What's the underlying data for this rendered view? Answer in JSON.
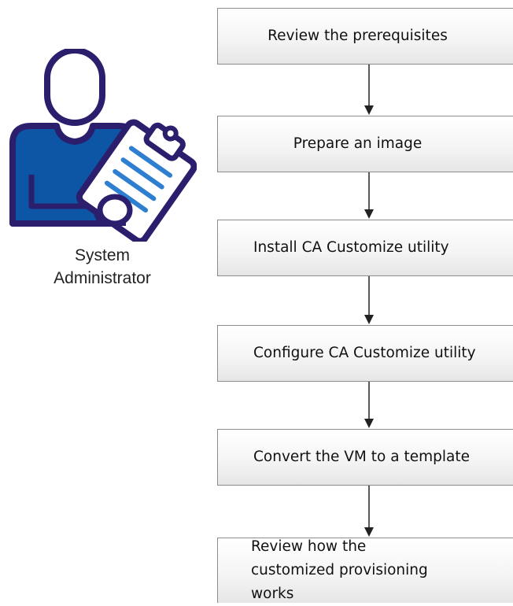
{
  "role": {
    "line1": "System",
    "line2": "Administrator",
    "icon": "administrator-with-clipboard-icon",
    "colors": {
      "outline": "#2b1e6d",
      "fill": "#0d56a6",
      "accent": "#2f7fd1"
    }
  },
  "steps": [
    {
      "label": "Review the prerequisites"
    },
    {
      "label": "Prepare an image"
    },
    {
      "label": "Install CA Customize utility"
    },
    {
      "label": "Configure CA Customize utility"
    },
    {
      "label": "Convert the VM to a template"
    },
    {
      "label": "Review how the customized provisioning works"
    }
  ]
}
